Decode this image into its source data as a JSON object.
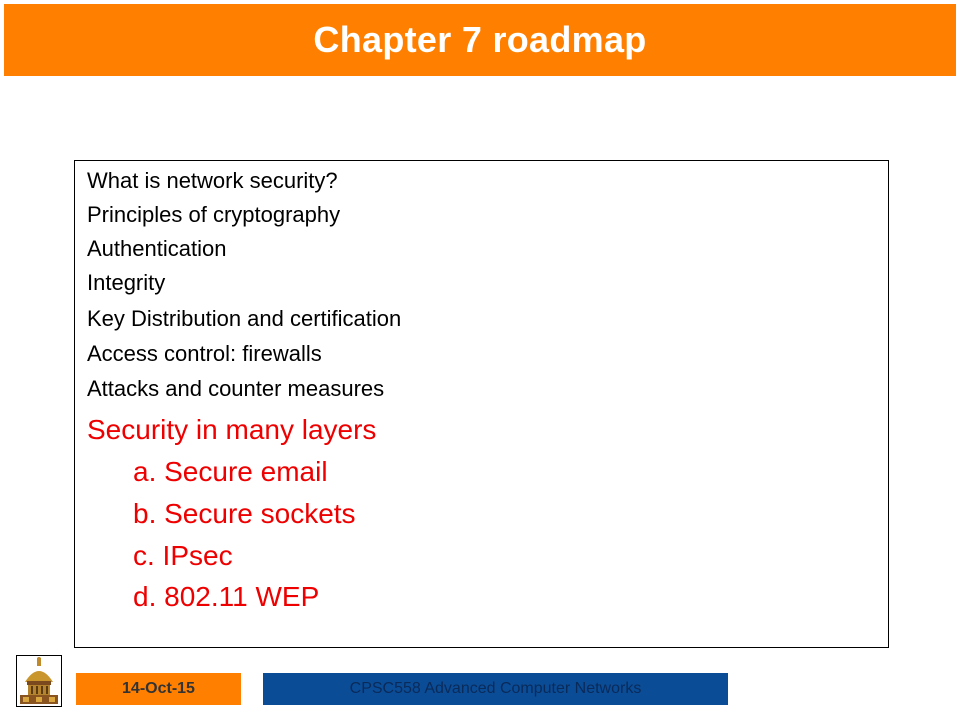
{
  "title": "Chapter 7 roadmap",
  "items": [
    "What is network security?",
    "Principles of cryptography",
    "Authentication",
    "Integrity",
    "Key Distribution and certification",
    "Access control: firewalls",
    "Attacks and counter measures"
  ],
  "highlight": {
    "heading": "Security in many layers",
    "subitems": [
      "a. Secure email",
      "b. Secure sockets",
      "c. IPsec",
      "d. 802.11 WEP"
    ]
  },
  "footer": {
    "date": "14-Oct-15",
    "course": "CPSC558 Advanced Computer Networks"
  },
  "colors": {
    "accent": "#ff8000",
    "highlight_text": "#ee0000",
    "footer_blue": "#0a4d96"
  }
}
